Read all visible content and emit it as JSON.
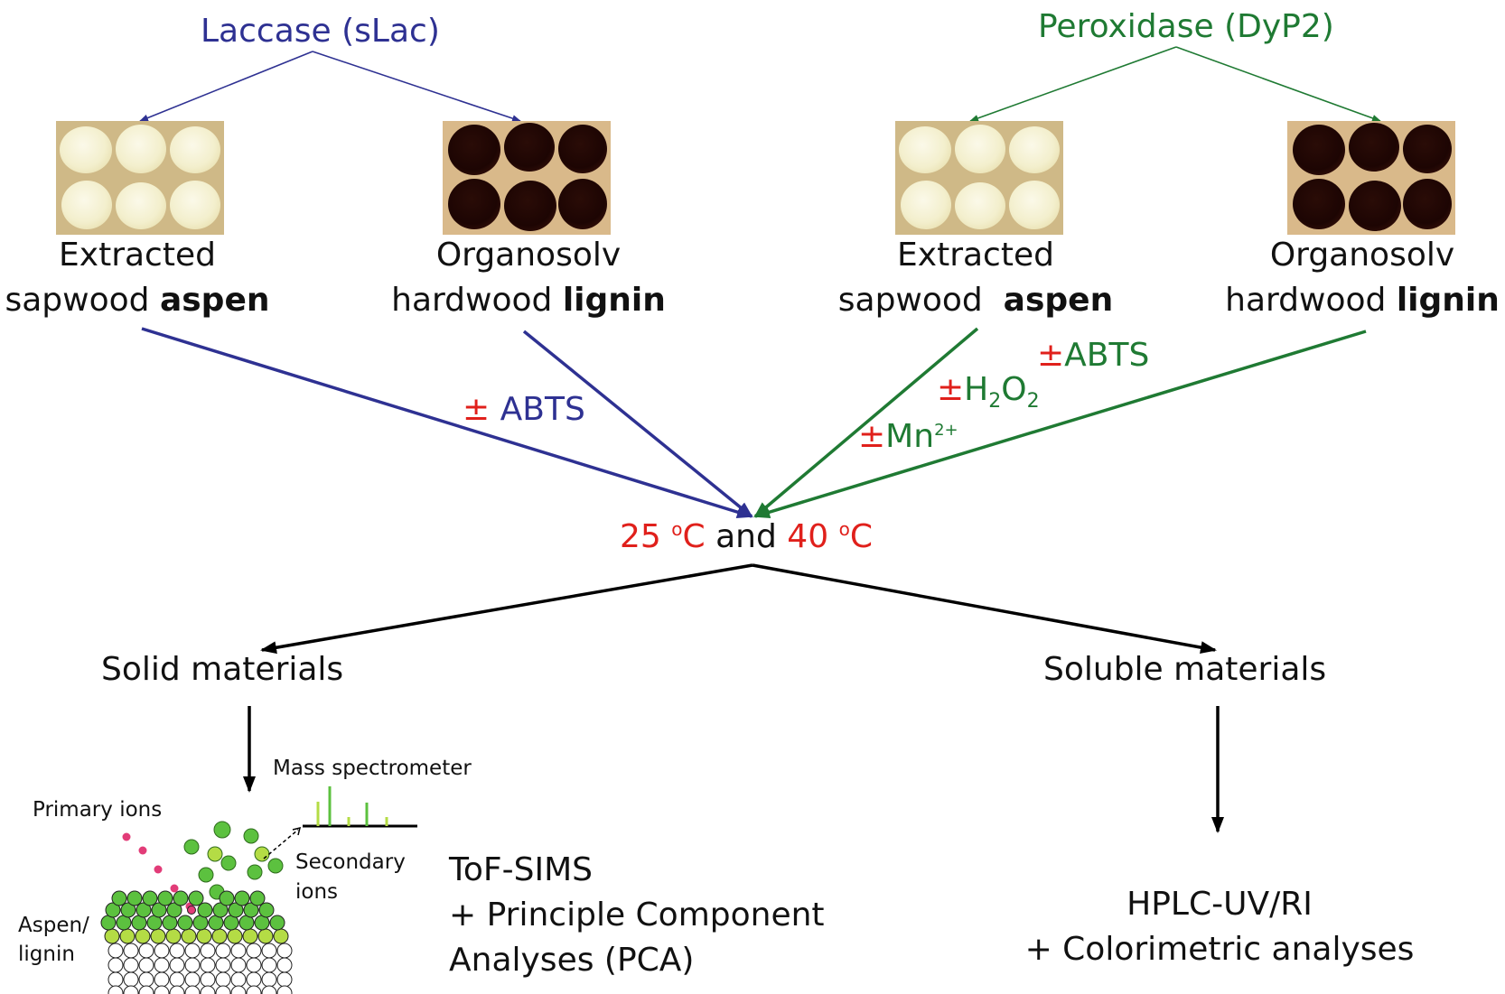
{
  "enzymes": {
    "laccase": "Laccase (sLac)",
    "peroxidase": "Peroxidase (DyP2)"
  },
  "substrates": {
    "laccase_aspen": {
      "line1": "Extracted",
      "line2_plain": "sapwood ",
      "line2_bold": "aspen"
    },
    "laccase_lignin": {
      "line1": "Organosolv",
      "line2_plain": "hardwood ",
      "line2_bold": "lignin"
    },
    "peroxidase_aspen": {
      "line1": "Extracted",
      "line2_plain": "sapwood  ",
      "line2_bold": "aspen"
    },
    "peroxidase_lignin": {
      "line1": "Organosolv",
      "line2_plain": "hardwood ",
      "line2_bold": "lignin"
    }
  },
  "additives": {
    "pm": "±",
    "laccase_abts": "ABTS",
    "peroxidase_abts": "ABTS",
    "h2o2": {
      "h": "H",
      "sub1": "2",
      "o": "O",
      "sub2": "2"
    },
    "mn": {
      "base": "Mn",
      "sup": "2+"
    }
  },
  "temperatures": {
    "t1": "25",
    "deg": "o",
    "unit": "C",
    "and": "and",
    "t2": "40"
  },
  "branches": {
    "solid": "Solid materials",
    "soluble": "Soluble materials"
  },
  "tof_sims_illustration": {
    "mass_spec": "Mass spectrometer",
    "primary_ions": "Primary ions",
    "secondary_ions_1": "Secondary",
    "secondary_ions_2": "ions",
    "sample_1": "Aspen/",
    "sample_2": "lignin"
  },
  "solid_analysis": {
    "line1": "ToF-SIMS",
    "line2": "+ Principle Component",
    "line3": "Analyses (PCA)"
  },
  "soluble_analysis": {
    "line1": "HPLC-UV/RI",
    "line2": "+ Colorimetric analyses"
  },
  "colors": {
    "laccase": "#2e3192",
    "peroxidase": "#1f7a33",
    "highlight": "#e0201b",
    "ion_green": "#5cc13f",
    "ion_lime": "#b4dc45",
    "primary_ion": "#e23c78"
  }
}
